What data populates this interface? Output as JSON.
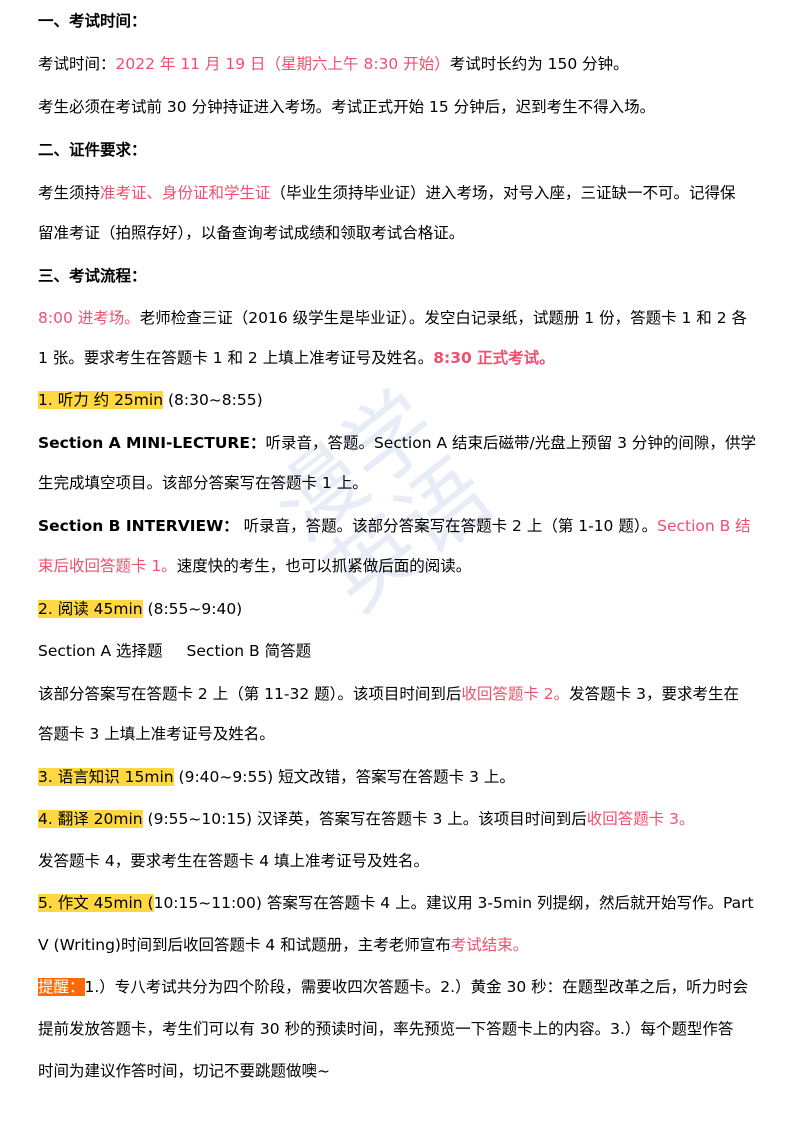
{
  "watermark": "漫学英语",
  "s1": {
    "heading": "一、考试时间：",
    "l1_prefix": "考试时间：",
    "l1_red": "2022 年 11 月 19 日（星期六上午 8:30 开始）",
    "l1_suffix": "考试时长约为 150 分钟。",
    "l2": "考生必须在考试前 30 分钟持证进入考场。考试正式开始 15 分钟后，迟到考生不得入场。"
  },
  "s2": {
    "heading": "二、证件要求：",
    "l1_prefix": "考生须持",
    "l1_red": "准考证、身份证和学生证",
    "l1_suffix": "（毕业生须持毕业证）进入考场，对号入座，三证缺一不可。记得保",
    "l2": "留准考证（拍照存好），以备查询考试成绩和领取考试合格证。"
  },
  "s3": {
    "heading": "三、考试流程：",
    "f1_red": "8:00 进考场。",
    "f1_rest": "老师检查三证（2016 级学生是毕业证）。发空白记录纸，试题册 1 份，答题卡 1 和 2 各",
    "f2_rest": "1 张。要求考生在答题卡 1 和 2 上填上准考证号及姓名。",
    "f2_redb": "8:30 正式考试。",
    "listen_hl": "1. 听力  约 25min",
    "listen_time": " (8:30~8:55)",
    "secA_bold": "Section A  MINI-LECTURE：",
    "secA_rest": "听录音，答题。Section A 结束后磁带/光盘上预留 3 分钟的间隙，供学",
    "secA_l2": "生完成填空项目。该部分答案写在答题卡 1 上。",
    "secB_bold": "Section B  INTERVIEW：",
    "secB_rest": "  听录音，答题。该部分答案写在答题卡 2 上（第 1-10 题）。",
    "secB_red": "Section B 结",
    "secB_l2_red": "束后收回答题卡 1。",
    "secB_l2_rest": "速度快的考生，也可以抓紧做后面的阅读。",
    "read_hl": "2. 阅读  45min",
    "read_time": " (8:55~9:40)",
    "read_secA": "Section A  选择题",
    "read_secB": "Section B  简答题",
    "read_l1_prefix": "该部分答案写在答题卡 2 上（第 11-32 题）。该项目时间到后",
    "read_l1_red": "收回答题卡 2。",
    "read_l1_suffix": "发答题卡 3，要求考生在",
    "read_l2": "答题卡 3 上填上准考证号及姓名。",
    "lang_hl": "3. 语言知识  15min",
    "lang_rest": " (9:40~9:55)  短文改错，答案写在答题卡 3 上。",
    "trans_hl": "4. 翻译  20min",
    "trans_rest": " (9:55~10:15)  汉译英，答案写在答题卡 3 上。该项目时间到后",
    "trans_red": "收回答题卡 3。",
    "trans_l2": "发答题卡 4，要求考生在答题卡 4 填上准考证号及姓名。",
    "write_hl": "5. 作文  45min (",
    "write_rest": "10:15~11:00)  答案写在答题卡 4 上。建议用 3-5min 列提纲，然后就开始写作。Part",
    "write_l2_prefix": "V (Writing)时间到后收回答题卡 4 和试题册，主考老师宣布",
    "write_l2_red": "考试结束。",
    "tip_label": "提醒：",
    "tip_l1": "1.）专八考试共分为四个阶段，需要收四次答题卡。2.）黄金 30 秒：在题型改革之后，听力时会",
    "tip_l2": "提前发放答题卡，考生们可以有 30 秒的预读时间，率先预览一下答题卡上的内容。3.）每个题型作答",
    "tip_l3": "时间为建议作答时间，切记不要跳题做噢~"
  }
}
